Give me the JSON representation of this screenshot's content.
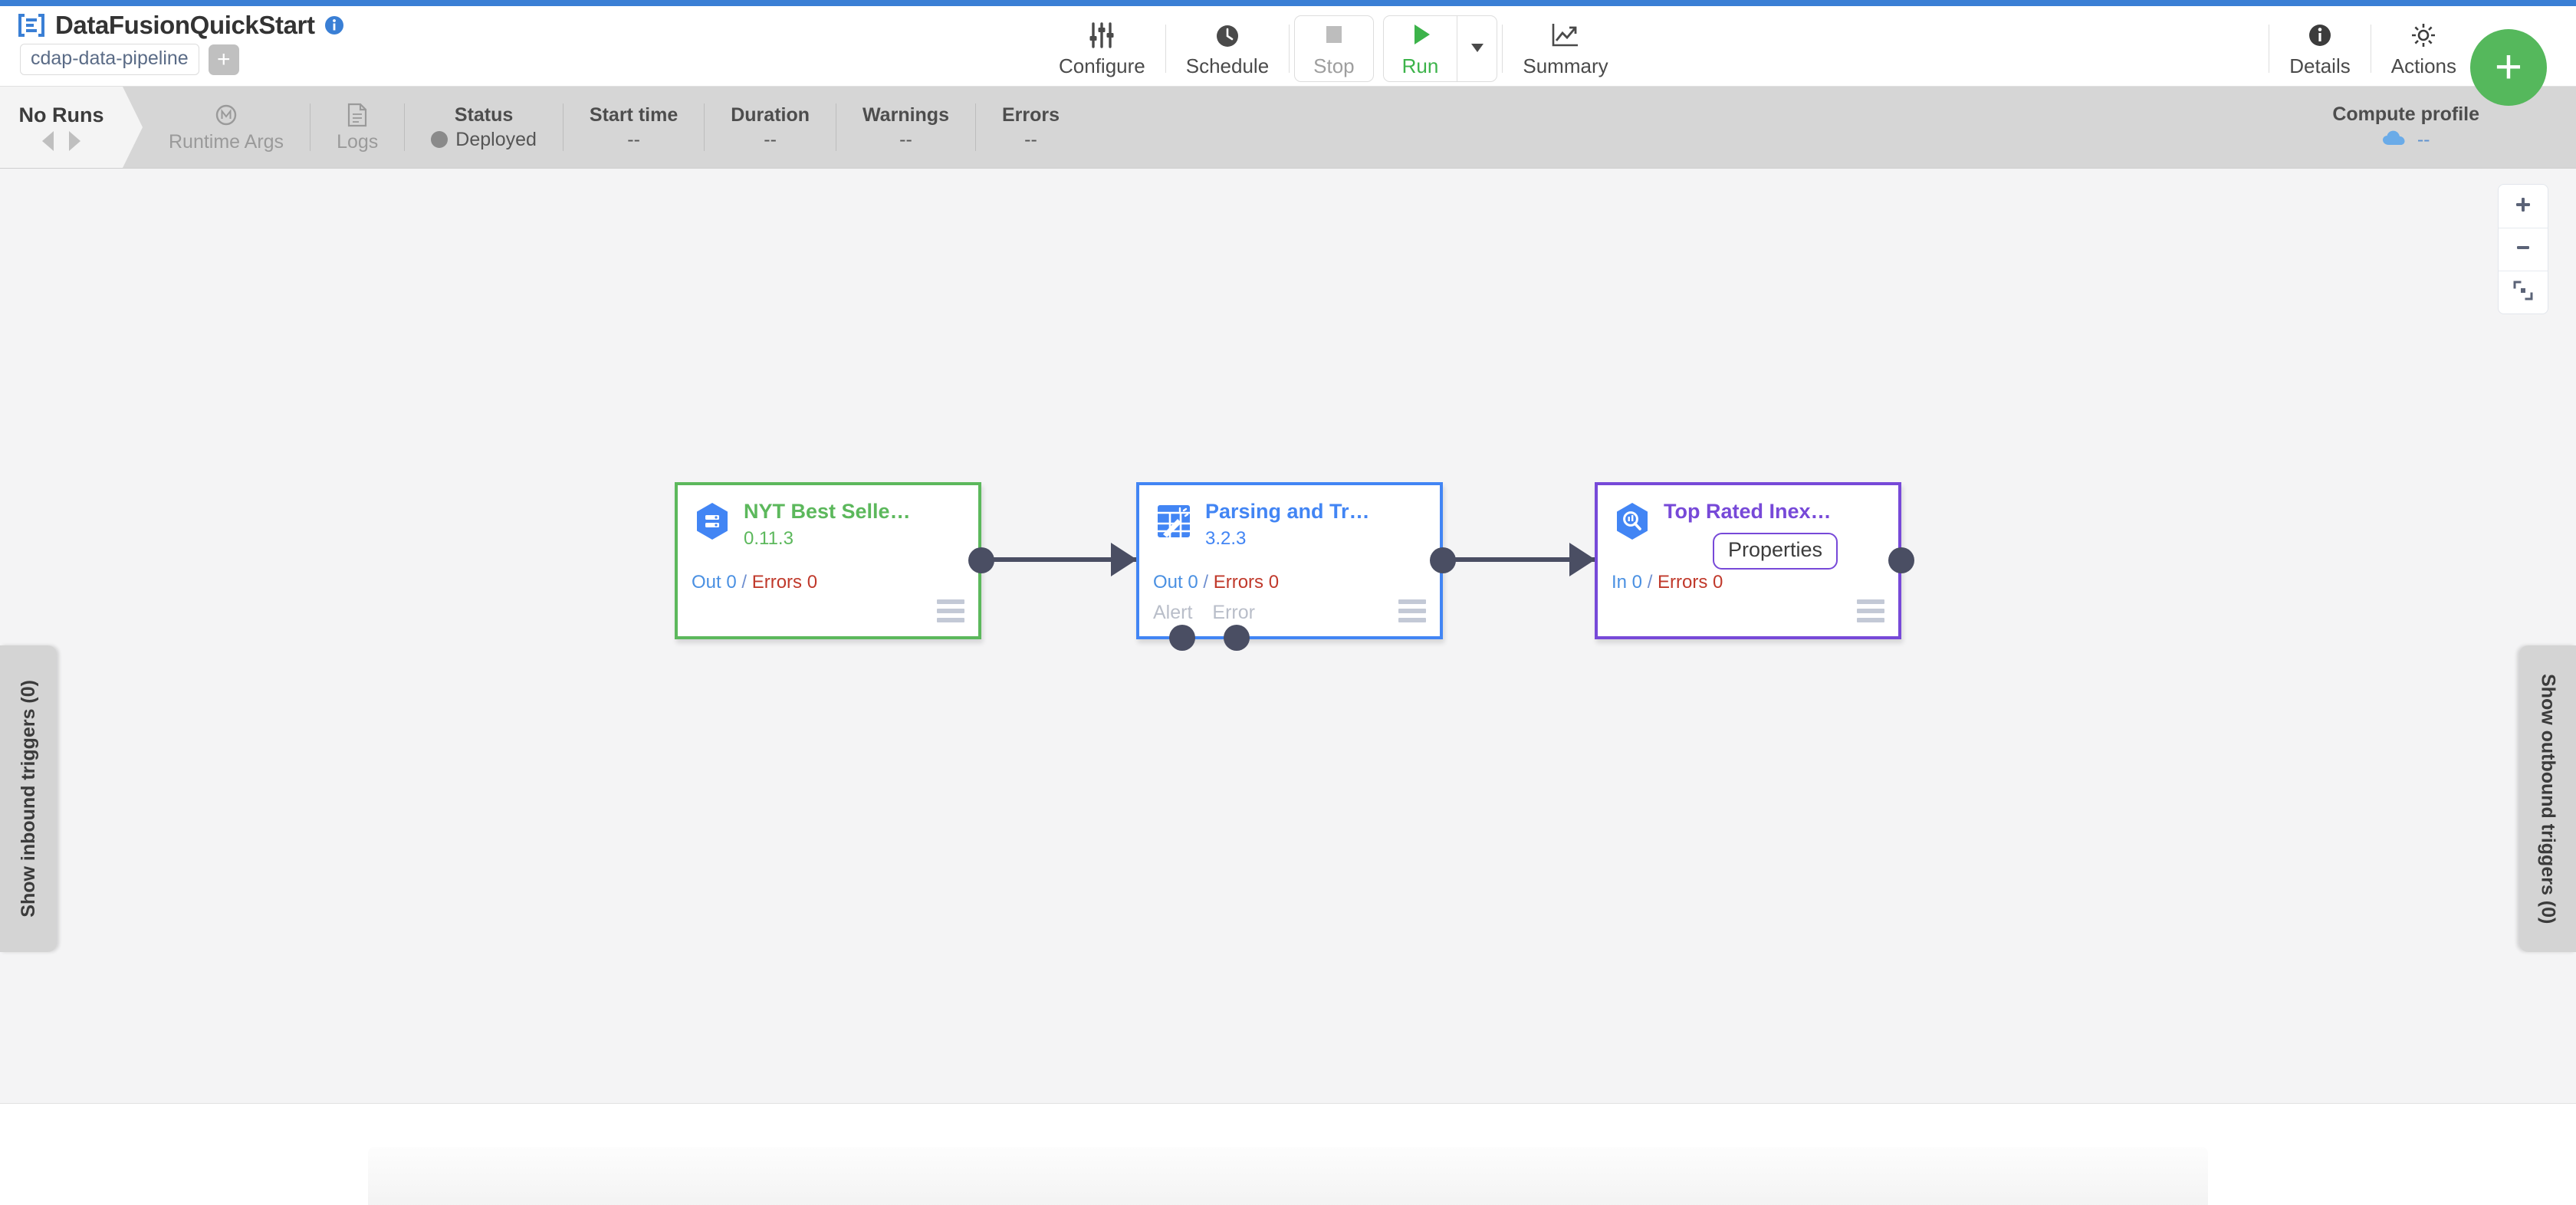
{
  "header": {
    "brand_icon": "cdap-logo-icon",
    "title": "DataFusionQuickStart",
    "info_icon": "info-icon",
    "artifact_type": "cdap-data-pipeline",
    "add_tag_label": "+",
    "toolbar": [
      {
        "id": "configure",
        "label": "Configure",
        "icon": "sliders-icon"
      },
      {
        "id": "schedule",
        "label": "Schedule",
        "icon": "clock-icon"
      },
      {
        "id": "stop",
        "label": "Stop",
        "icon": "stop-square-icon"
      },
      {
        "id": "run",
        "label": "Run",
        "icon": "play-triangle-icon"
      },
      {
        "id": "summary",
        "label": "Summary",
        "icon": "line-chart-icon"
      }
    ],
    "run_caret_icon": "chevron-down-icon",
    "right_actions": [
      {
        "id": "details",
        "label": "Details",
        "icon": "info-circle-icon"
      },
      {
        "id": "actions",
        "label": "Actions",
        "icon": "gear-icon"
      }
    ],
    "fab_label": "+",
    "fab_color": "#55b85c"
  },
  "statusbar": {
    "runs_title": "No Runs",
    "prev_icon": "caret-left-icon",
    "next_icon": "caret-right-icon",
    "runtime_args": {
      "label": "Runtime Args",
      "icon": "runtime-args-icon"
    },
    "logs": {
      "label": "Logs",
      "icon": "document-icon"
    },
    "metrics": [
      {
        "id": "status",
        "head": "Status",
        "value": "Deployed",
        "dot": true,
        "dot_color": "#8a8a8a"
      },
      {
        "id": "start-time",
        "head": "Start time",
        "value": "--"
      },
      {
        "id": "duration",
        "head": "Duration",
        "value": "--"
      },
      {
        "id": "warnings",
        "head": "Warnings",
        "value": "--"
      },
      {
        "id": "errors",
        "head": "Errors",
        "value": "--"
      }
    ],
    "compute_profile": {
      "head": "Compute profile",
      "value": "--",
      "icon": "cloud-icon",
      "icon_color": "#6aabe8"
    }
  },
  "canvas": {
    "zoom_controls": [
      {
        "id": "zoom-in",
        "icon": "plus-icon"
      },
      {
        "id": "zoom-out",
        "icon": "minus-icon"
      },
      {
        "id": "fit-to-screen",
        "icon": "fit-screen-icon"
      }
    ],
    "inbound_trigger_label": "Show inbound triggers (0)",
    "outbound_trigger_label": "Show outbound triggers (0)",
    "nodes": [
      {
        "id": "nyt-best-sellers",
        "name": "NYT Best Selle…",
        "version": "0.11.3",
        "icon": "bigquery-source-icon",
        "color": "#5cb85c",
        "metrics": {
          "in_label": "Out 0",
          "sep": " / ",
          "err_label": "Errors 0"
        },
        "ports": [],
        "menu_icon": "hamburger-menu-icon"
      },
      {
        "id": "parsing-and-transform",
        "name": "Parsing and Tr…",
        "version": "3.2.3",
        "icon": "wrangler-icon",
        "color": "#4285f4",
        "metrics": {
          "in_label": "Out 0",
          "sep": " / ",
          "err_label": "Errors 0"
        },
        "ports": [
          "Alert",
          "Error"
        ],
        "menu_icon": "hamburger-menu-icon"
      },
      {
        "id": "top-rated-inexpensive",
        "name": "Top Rated Inex…",
        "version": "",
        "icon": "bigquery-sink-icon",
        "color": "#7749d8",
        "tooltip": "Properties",
        "metrics": {
          "in_label": "In 0",
          "sep": " / ",
          "err_label": "Errors 0"
        },
        "ports": [],
        "menu_icon": "hamburger-menu-icon"
      }
    ]
  }
}
